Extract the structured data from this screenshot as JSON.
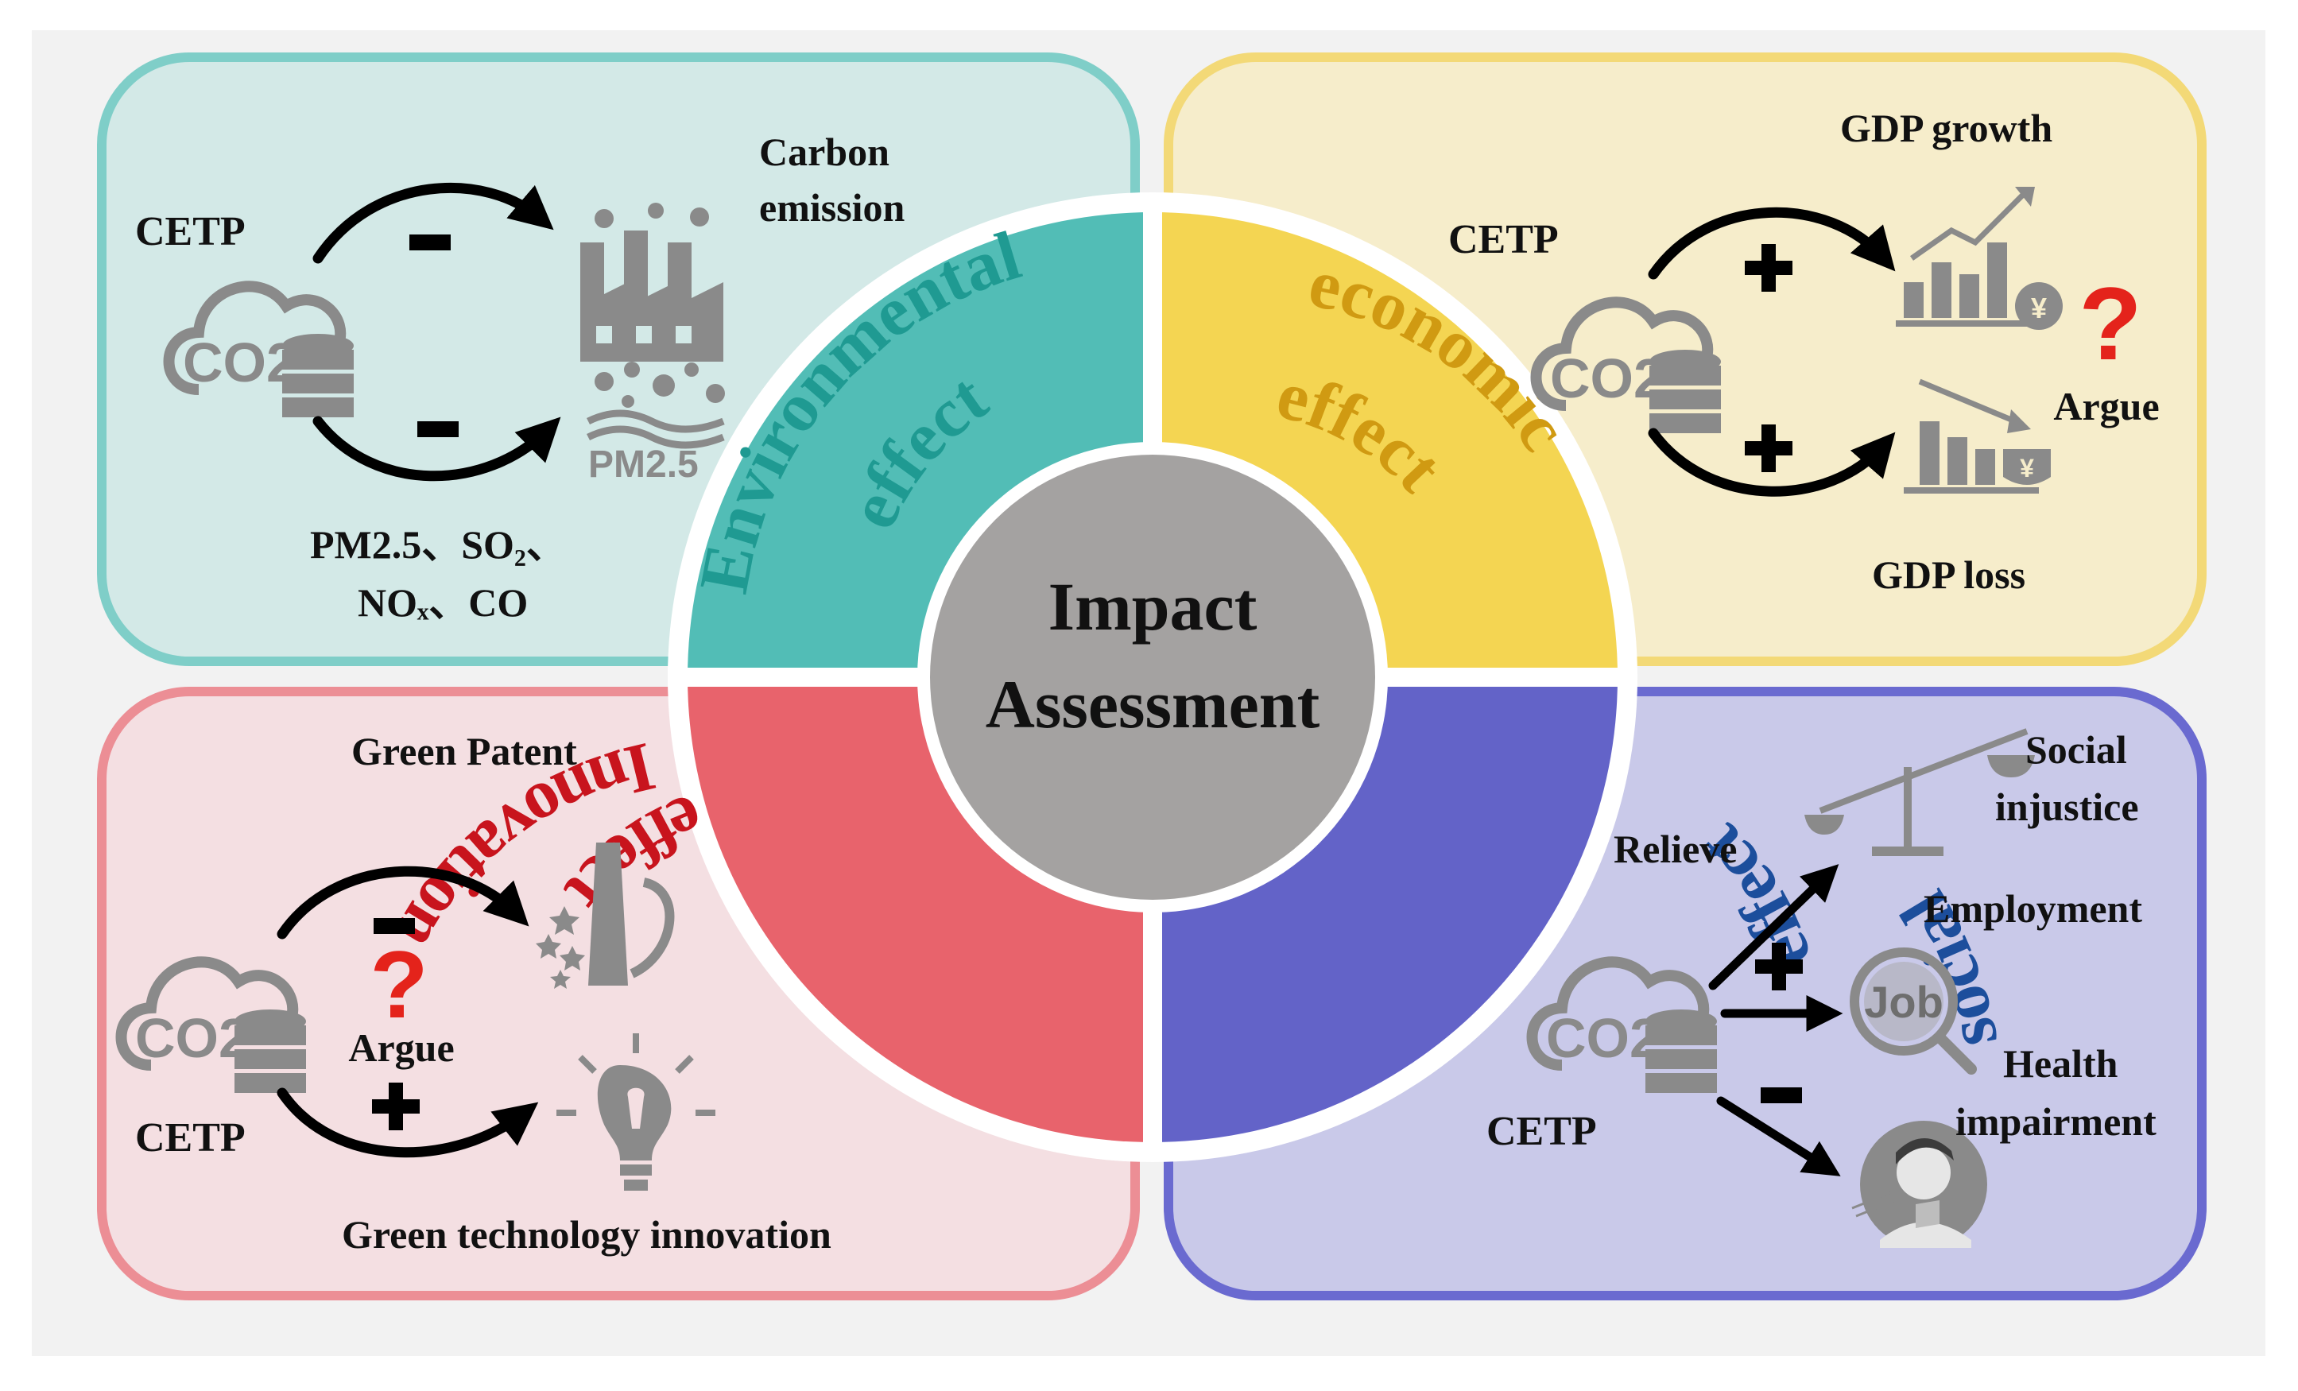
{
  "center": {
    "line1": "Impact",
    "line2": "Assessment"
  },
  "quadrants": {
    "environmental": {
      "arc_line1": "Environmental",
      "arc_line2": "effect",
      "cetp": "CETP",
      "co2": "CO2",
      "carbon1": "Carbon",
      "carbon2": "emission",
      "sign_top": "−",
      "sign_bottom": "−",
      "pm_icon_text": "PM2.5",
      "pollutants_line1": "PM2.5、SO₂、",
      "pollutants_line2": "NOₓ、CO"
    },
    "economic": {
      "arc_line1": "economic",
      "arc_line2": "effect",
      "cetp": "CETP",
      "co2": "CO2",
      "gdp_growth": "GDP growth",
      "gdp_loss": "GDP loss",
      "argue": "Argue",
      "question": "?",
      "sign_top": "+",
      "sign_bottom": "+",
      "yen": "¥"
    },
    "innovation": {
      "arc_line1": "Innovation",
      "arc_line2": "effect",
      "cetp": "CETP",
      "co2": "CO2",
      "green_patent": "Green Patent",
      "green_tech": "Green technology innovation",
      "argue": "Argue",
      "question": "?",
      "sign_top": "−",
      "sign_bottom": "+"
    },
    "social": {
      "arc_line1": "social",
      "arc_line2": "effect",
      "cetp": "CETP",
      "co2": "CO2",
      "relieve": "Relieve",
      "social1": "Social",
      "social2": "injustice",
      "employment": "Employment",
      "health1": "Health",
      "health2": "impairment",
      "job": "Job",
      "sign_mid": "+",
      "sign_bottom": "−"
    }
  },
  "colors": {
    "env_panel": "#d3e9e7",
    "env_border": "#7fcec8",
    "env_arc": "#52bdb6",
    "env_text": "#1f9a92",
    "eco_panel": "#f6edcb",
    "eco_border": "#f3d977",
    "eco_arc": "#f4d552",
    "eco_text": "#d09a12",
    "inn_panel": "#f4dfe2",
    "inn_border": "#ec8e95",
    "inn_arc": "#e8636c",
    "inn_text": "#c8141d",
    "soc_panel": "#c9c9e9",
    "soc_border": "#6a6ad0",
    "soc_arc": "#6363c8",
    "soc_text": "#1c4e9c",
    "center": "#a4a2a1",
    "question": "#e4231b"
  }
}
